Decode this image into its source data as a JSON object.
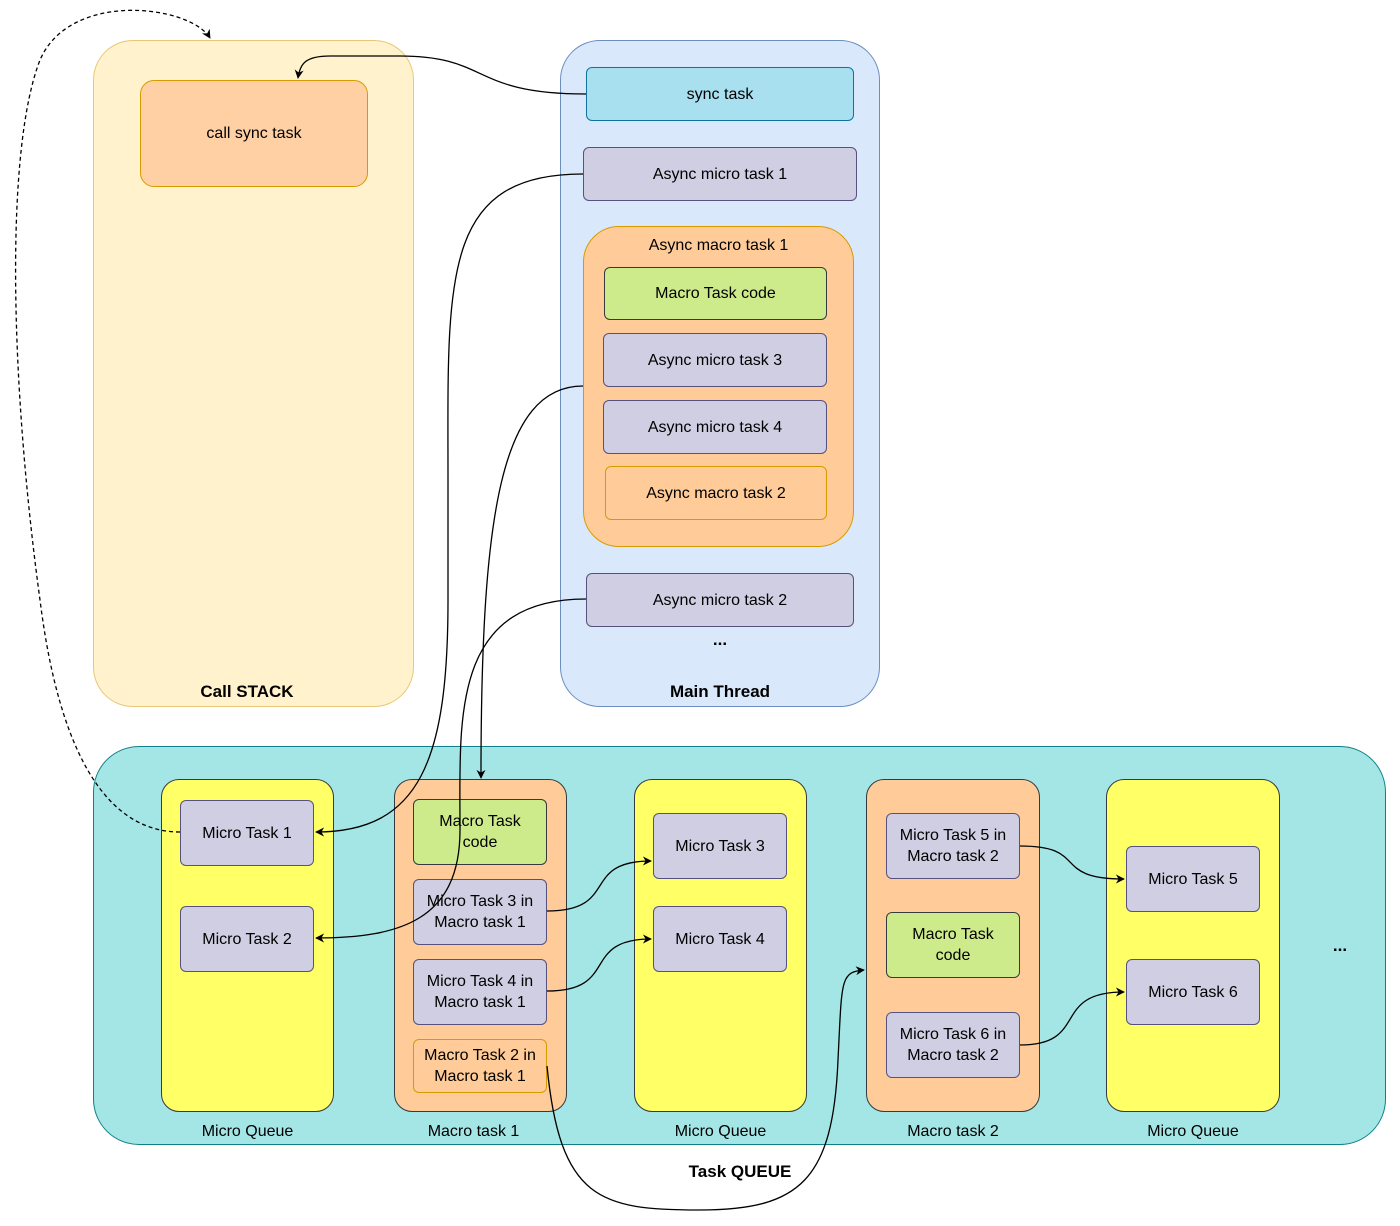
{
  "call_stack": {
    "title": "Call STACK",
    "item": "call sync task"
  },
  "main_thread": {
    "title": "Main Thread",
    "sync_task": "sync task",
    "async_micro_1": "Async micro task 1",
    "macro_group": {
      "title": "Async macro task 1",
      "code": "Macro Task code",
      "micro_3": "Async micro task 3",
      "micro_4": "Async micro task 4",
      "macro_2": "Async macro task 2"
    },
    "async_micro_2": "Async micro task 2",
    "ellipsis": "..."
  },
  "task_queue": {
    "title": "Task QUEUE",
    "ellipsis": "...",
    "columns": [
      {
        "label": "Micro Queue",
        "items": [
          "Micro Task 1",
          "Micro Task 2"
        ]
      },
      {
        "label": "Macro task 1",
        "items": [
          "Macro Task code",
          "Micro Task 3 in Macro task 1",
          "Micro Task 4 in Macro task 1",
          "Macro Task 2 in Macro task 1"
        ]
      },
      {
        "label": "Micro Queue",
        "items": [
          "Micro Task 3",
          "Micro Task 4"
        ]
      },
      {
        "label": "Macro task 2",
        "items": [
          "Micro Task 5 in Macro task 2",
          "Macro Task code",
          "Micro Task 6 in Macro task 2"
        ]
      },
      {
        "label": "Micro Queue",
        "items": [
          "Micro Task 5",
          "Micro Task 6"
        ]
      }
    ]
  },
  "colors": {
    "call_stack_fill": "#fff2cc",
    "call_stack_stroke": "#d6b656",
    "main_thread_fill": "#dae8fc",
    "main_thread_stroke": "#6c8ebf",
    "task_queue_fill": "#a4e5e5",
    "task_queue_stroke": "#0e8088",
    "queue_fill": "#ffff66",
    "macro_fill": "#ffcc99",
    "macro_stroke": "#d79b00",
    "task_fill": "#d0cee2",
    "task_stroke": "#56517e",
    "code_fill": "#cdeb8b",
    "code_stroke": "#36393d",
    "sync_fill": "#a8e0f0",
    "sync_stroke": "#10739e"
  }
}
